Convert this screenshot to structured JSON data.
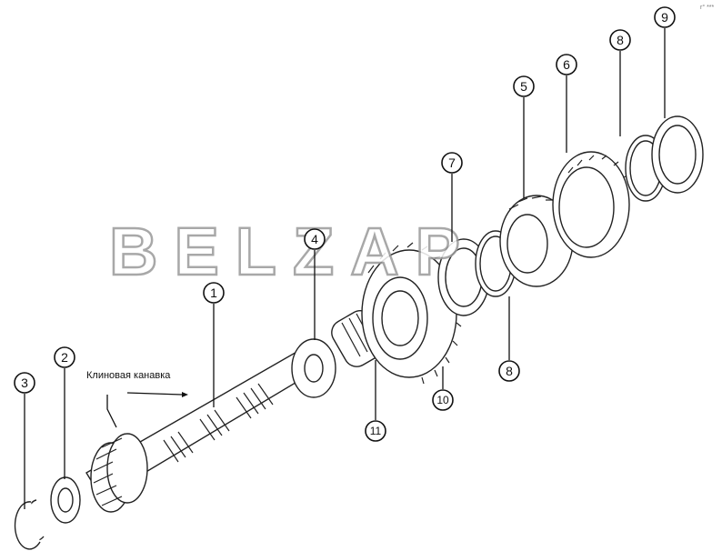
{
  "watermark": "BELZAP",
  "corner_mark": "r° ***",
  "annotation": "Клиновая канавка",
  "callouts": {
    "c1": "1",
    "c2": "2",
    "c3": "3",
    "c4": "4",
    "c5": "5",
    "c6": "6",
    "c7": "7",
    "c8a": "8",
    "c8b": "8",
    "c9": "9",
    "c10": "10",
    "c11": "11"
  },
  "colors": {
    "line": "#222222",
    "watermark_outline": "#9a9a9a",
    "background": "#ffffff"
  }
}
